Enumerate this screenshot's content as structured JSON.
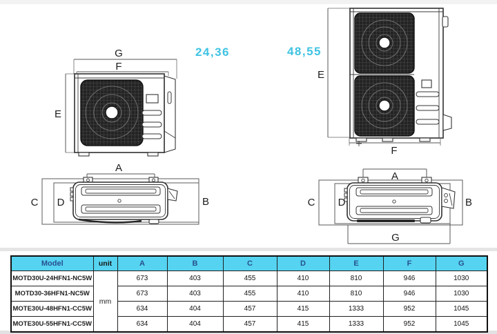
{
  "annotations": {
    "capacity_small": "24,36",
    "capacity_large": "48,55"
  },
  "colors": {
    "accent_cyan": "#3fc3e3",
    "table_header_bg": "#55d3f0",
    "table_header_text": "#27508f",
    "drawing_line": "#2e2e2e"
  },
  "diagram_small_front": {
    "dim_g": "G",
    "dim_f": "F",
    "dim_e": "E"
  },
  "diagram_large_front": {
    "dim_e": "E",
    "dim_f": "F"
  },
  "diagram_small_top": {
    "dim_a": "A",
    "dim_b": "B",
    "dim_c": "C",
    "dim_d": "D"
  },
  "diagram_large_top": {
    "dim_a": "A",
    "dim_b": "B",
    "dim_c": "C",
    "dim_d": "D",
    "dim_g": "G"
  },
  "table": {
    "headers": [
      "Model",
      "unit",
      "A",
      "B",
      "C",
      "D",
      "E",
      "F",
      "G"
    ],
    "unit_value": "mm",
    "rows": [
      {
        "model": "MOTD30U-24HFN1-NC5W",
        "values": [
          "673",
          "403",
          "455",
          "410",
          "810",
          "946",
          "1030"
        ]
      },
      {
        "model": "MOTD30-36HFN1-NC5W",
        "values": [
          "673",
          "403",
          "455",
          "410",
          "810",
          "946",
          "1030"
        ]
      },
      {
        "model": "MOTE30U-48HFN1-CC5W",
        "values": [
          "634",
          "404",
          "457",
          "415",
          "1333",
          "952",
          "1045"
        ]
      },
      {
        "model": "MOTE30U-55HFN1-CC5W",
        "values": [
          "634",
          "404",
          "457",
          "415",
          "1333",
          "952",
          "1045"
        ]
      }
    ]
  }
}
